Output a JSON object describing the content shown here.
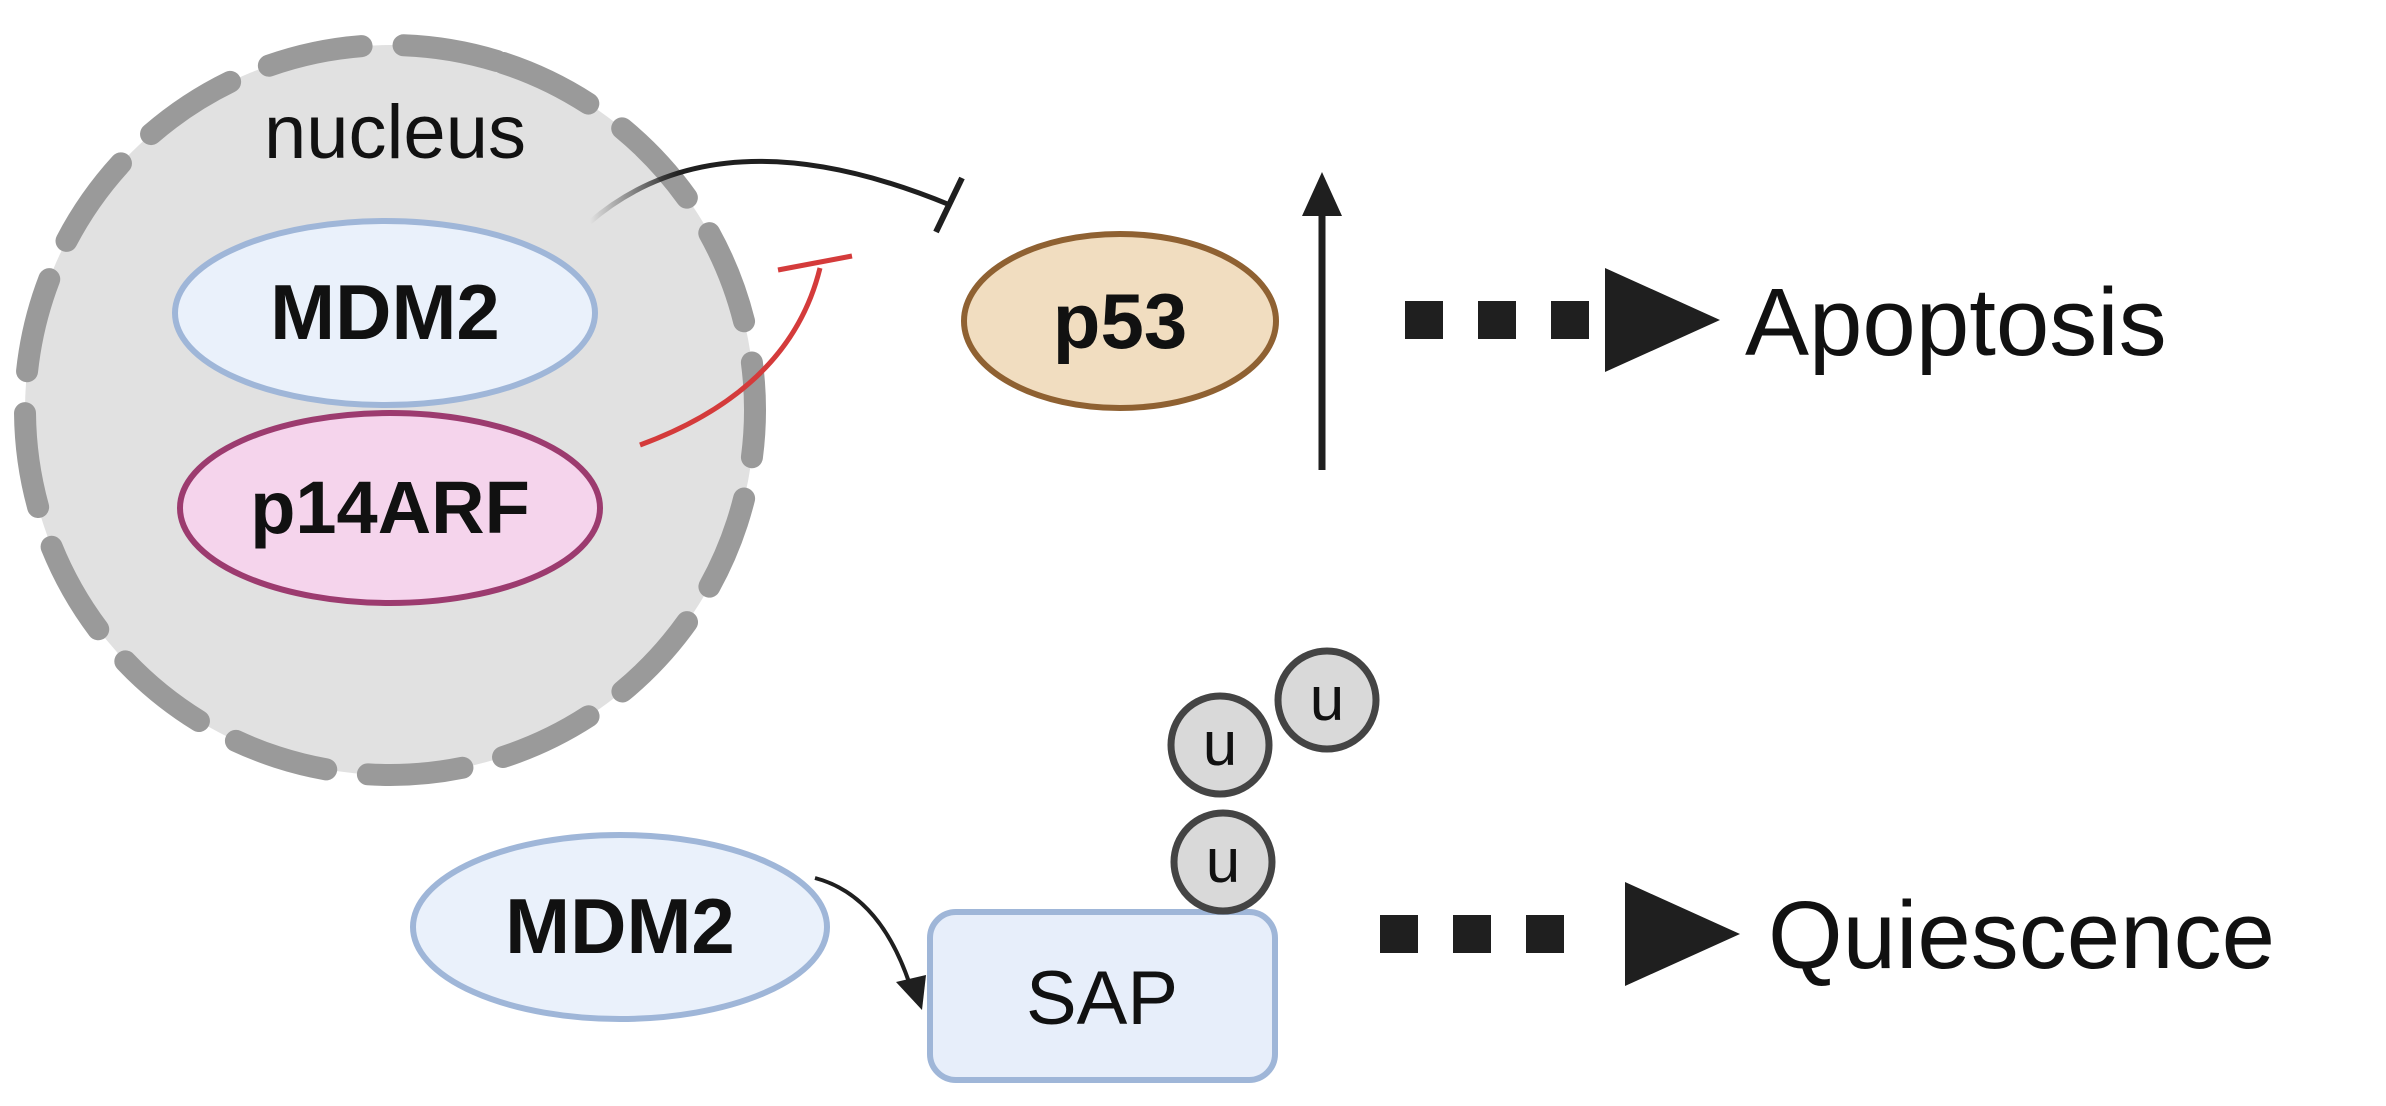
{
  "nucleus": {
    "label": "nucleus"
  },
  "proteins": {
    "mdm2_nuclear": "MDM2",
    "p14arf": "p14ARF",
    "p53": "p53",
    "mdm2_cyto": "MDM2",
    "sap": "SAP",
    "ubiquitin": [
      "u",
      "u",
      "u"
    ]
  },
  "outcomes": {
    "apoptosis": "Apoptosis",
    "quiescence": "Quiescence"
  },
  "colors": {
    "nucleus_fill": "#e1e1e1",
    "nucleus_dash": "#9a9a9a",
    "mdm2_fill": "#eaf1fb",
    "mdm2_stroke": "#9fb6d8",
    "p14arf_fill": "#f5d4ec",
    "p14arf_stroke": "#9c3b6f",
    "p53_fill": "#f1ddc0",
    "p53_stroke": "#8f6132",
    "sap_fill": "#e7eefa",
    "sap_stroke": "#9fb6d8",
    "inhibit_red": "#d43b3b",
    "line_dark": "#1f1f1f"
  }
}
